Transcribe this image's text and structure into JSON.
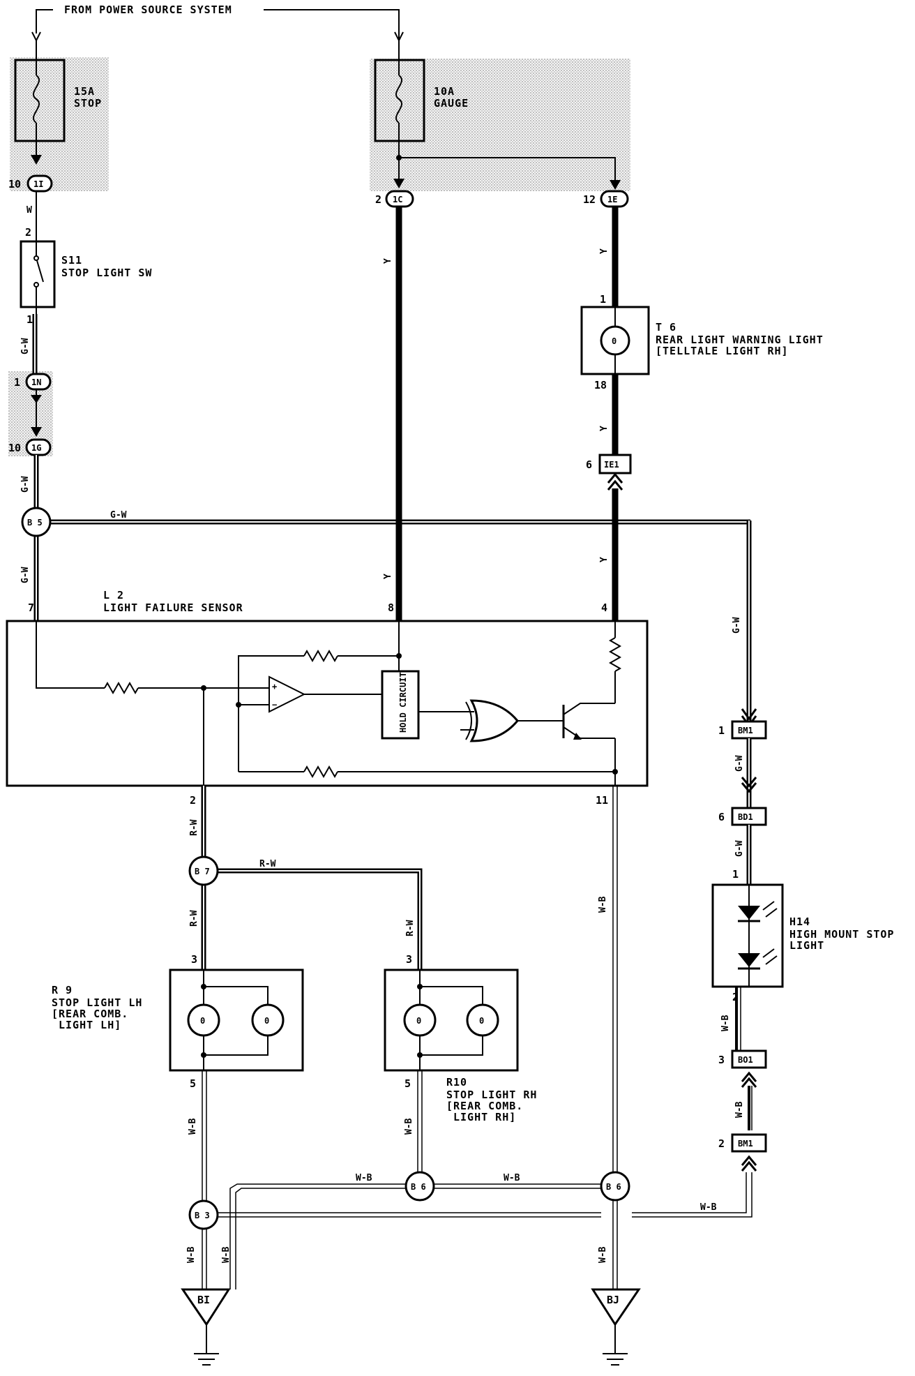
{
  "header": {
    "source_label": "FROM POWER SOURCE SYSTEM"
  },
  "fuses": {
    "stop": {
      "rating": "15A",
      "name": "STOP"
    },
    "gauge": {
      "rating": "10A",
      "name": "GAUGE"
    }
  },
  "connectors": {
    "c1I": {
      "pin": "10",
      "id": "1I"
    },
    "c1C": {
      "pin": "2",
      "id": "1C"
    },
    "c1E": {
      "pin": "12",
      "id": "1E"
    },
    "c1N": {
      "pin": "1",
      "id": "1N"
    },
    "c1G": {
      "pin": "10",
      "id": "1G"
    },
    "cIE1": {
      "pin": "6",
      "id": "IE1"
    },
    "cBM1_top": {
      "pin": "1",
      "id": "BM1"
    },
    "cBD1": {
      "pin": "6",
      "id": "BD1"
    },
    "cBO1": {
      "pin": "3",
      "id": "BO1"
    },
    "cBM1_bot": {
      "pin": "2",
      "id": "BM1"
    }
  },
  "junctions": {
    "b5": "B 5",
    "b7": "B 7",
    "b6a": "B 6",
    "b6b": "B 6",
    "b3": "B 3"
  },
  "grounds": {
    "bi": "BI",
    "bj": "BJ"
  },
  "components": {
    "s11": {
      "id": "S11",
      "name": "STOP LIGHT SW",
      "pin_top": "2",
      "pin_bot": "1"
    },
    "t6": {
      "id": "T 6",
      "name1": "REAR LIGHT WARNING LIGHT",
      "name2": "[TELLTALE LIGHT RH]",
      "pin_top": "1",
      "pin_bot": "18"
    },
    "l2": {
      "id": "L 2",
      "name": "LIGHT FAILURE SENSOR",
      "pin7": "7",
      "pin8": "8",
      "pin4": "4",
      "pin2": "2",
      "pin11": "11",
      "hold": "HOLD CIRCUIT"
    },
    "r9": {
      "id": "R 9",
      "name1": "STOP LIGHT LH",
      "name2": "[REAR COMB.",
      "name3": "LIGHT LH]",
      "pin_top": "3",
      "pin_bot": "5"
    },
    "r10": {
      "id": "R10",
      "name1": "STOP LIGHT RH",
      "name2": "[REAR COMB.",
      "name3": "LIGHT RH]",
      "pin_top": "3",
      "pin_bot": "5"
    },
    "h14": {
      "id": "H14",
      "name1": "HIGH MOUNT STOP",
      "name2": "LIGHT",
      "pin_top": "1",
      "pin_bot": "2"
    }
  },
  "wire_colors": {
    "w": "W",
    "gw": "G-W",
    "y": "Y",
    "rw": "R-W",
    "wb": "W-B"
  }
}
